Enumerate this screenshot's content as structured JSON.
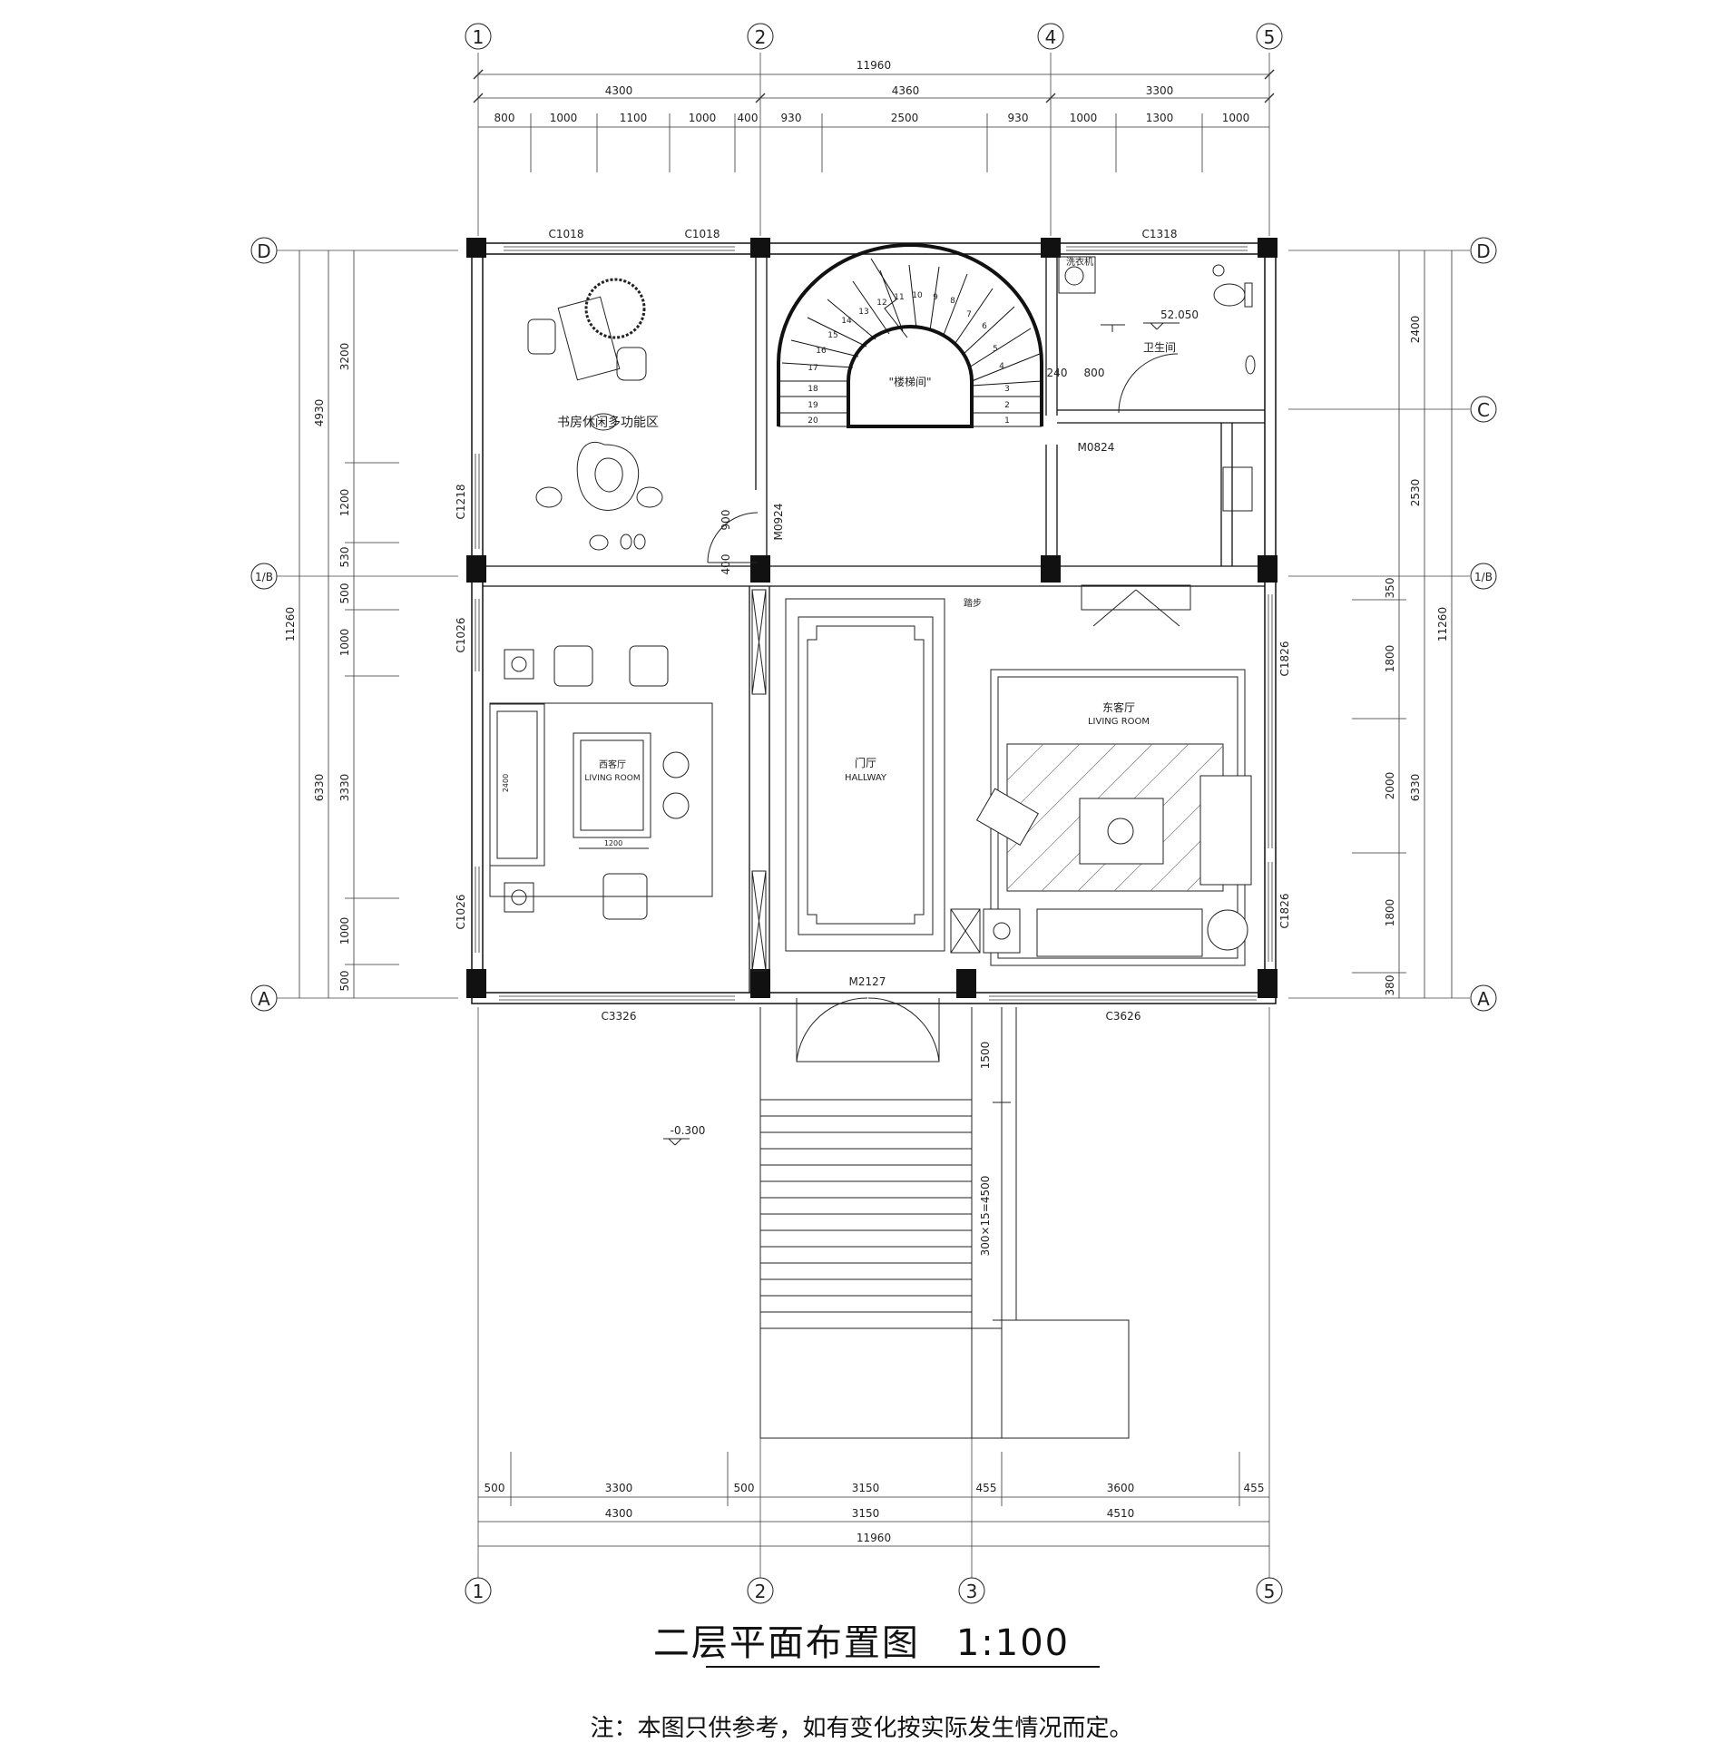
{
  "title": "二层平面布置图",
  "scale": "1:100",
  "note": "注：本图只供参考，如有变化按实际发生情况而定。",
  "axes": {
    "top": [
      "1",
      "2",
      "4",
      "5"
    ],
    "bottom": [
      "1",
      "2",
      "3",
      "5"
    ],
    "left": [
      "D",
      "1/B",
      "A"
    ],
    "right": [
      "D",
      "C",
      "1/B",
      "A"
    ]
  },
  "dims": {
    "top_total": "11960",
    "top_mid": [
      "4300",
      "4360",
      "3300"
    ],
    "top_detail": [
      "800",
      "1000",
      "1100",
      "1000",
      "400",
      "930",
      "2500",
      "930",
      "1000",
      "1300",
      "1000"
    ],
    "bottom_detail": [
      "500",
      "3300",
      "500",
      "3150",
      "455",
      "3600",
      "455"
    ],
    "bottom_mid": [
      "4300",
      "3150",
      "4510"
    ],
    "bottom_total": "11960",
    "left_outer": "11260",
    "left_mid": [
      "4930",
      "6330"
    ],
    "left_inner": [
      "3200",
      "1200",
      "530",
      "500",
      "1000",
      "3330",
      "1000",
      "500"
    ],
    "right_outer": "11260",
    "right_mid": [
      "2400",
      "2530",
      "6330"
    ],
    "right_inner": [
      "350",
      "1800",
      "2000",
      "1800",
      "380"
    ],
    "stair_front_1": "1500",
    "stair_front_2": "300×15=4500",
    "toilet_dims": [
      "240",
      "800"
    ],
    "door_stairs_w": "900",
    "door_stairs_s": "400",
    "sofa_w": "1200",
    "sofa_l": "2400"
  },
  "rooms": {
    "study": "书房休闲多功能区",
    "stair": "\"楼梯间\"",
    "toilet": "卫生间",
    "laundry": "洗衣机",
    "west_living": "西客厅",
    "west_living_en": "LIVING ROOM",
    "hallway": "门厅",
    "hallway_en": "HALLWAY",
    "east_living": "东客厅",
    "east_living_en": "LIVING ROOM",
    "step": "踏步"
  },
  "levels": {
    "toilet": "52.050",
    "outside": "-0.300"
  },
  "openings": {
    "c1018_a": "C1018",
    "c1018_b": "C1018",
    "c1318": "C1318",
    "c1218": "C1218",
    "c1026_a": "C1026",
    "c1026_b": "C1026",
    "c1826_a": "C1826",
    "c1826_b": "C1826",
    "c3326": "C3326",
    "c3626": "C3626",
    "m2127": "M2127",
    "m0924": "M0924",
    "m0824": "M0824"
  },
  "stair_steps": [
    "1",
    "2",
    "3",
    "4",
    "5",
    "6",
    "7",
    "8",
    "9",
    "10",
    "11",
    "12",
    "13",
    "14",
    "15",
    "16",
    "17",
    "18",
    "19",
    "20"
  ]
}
